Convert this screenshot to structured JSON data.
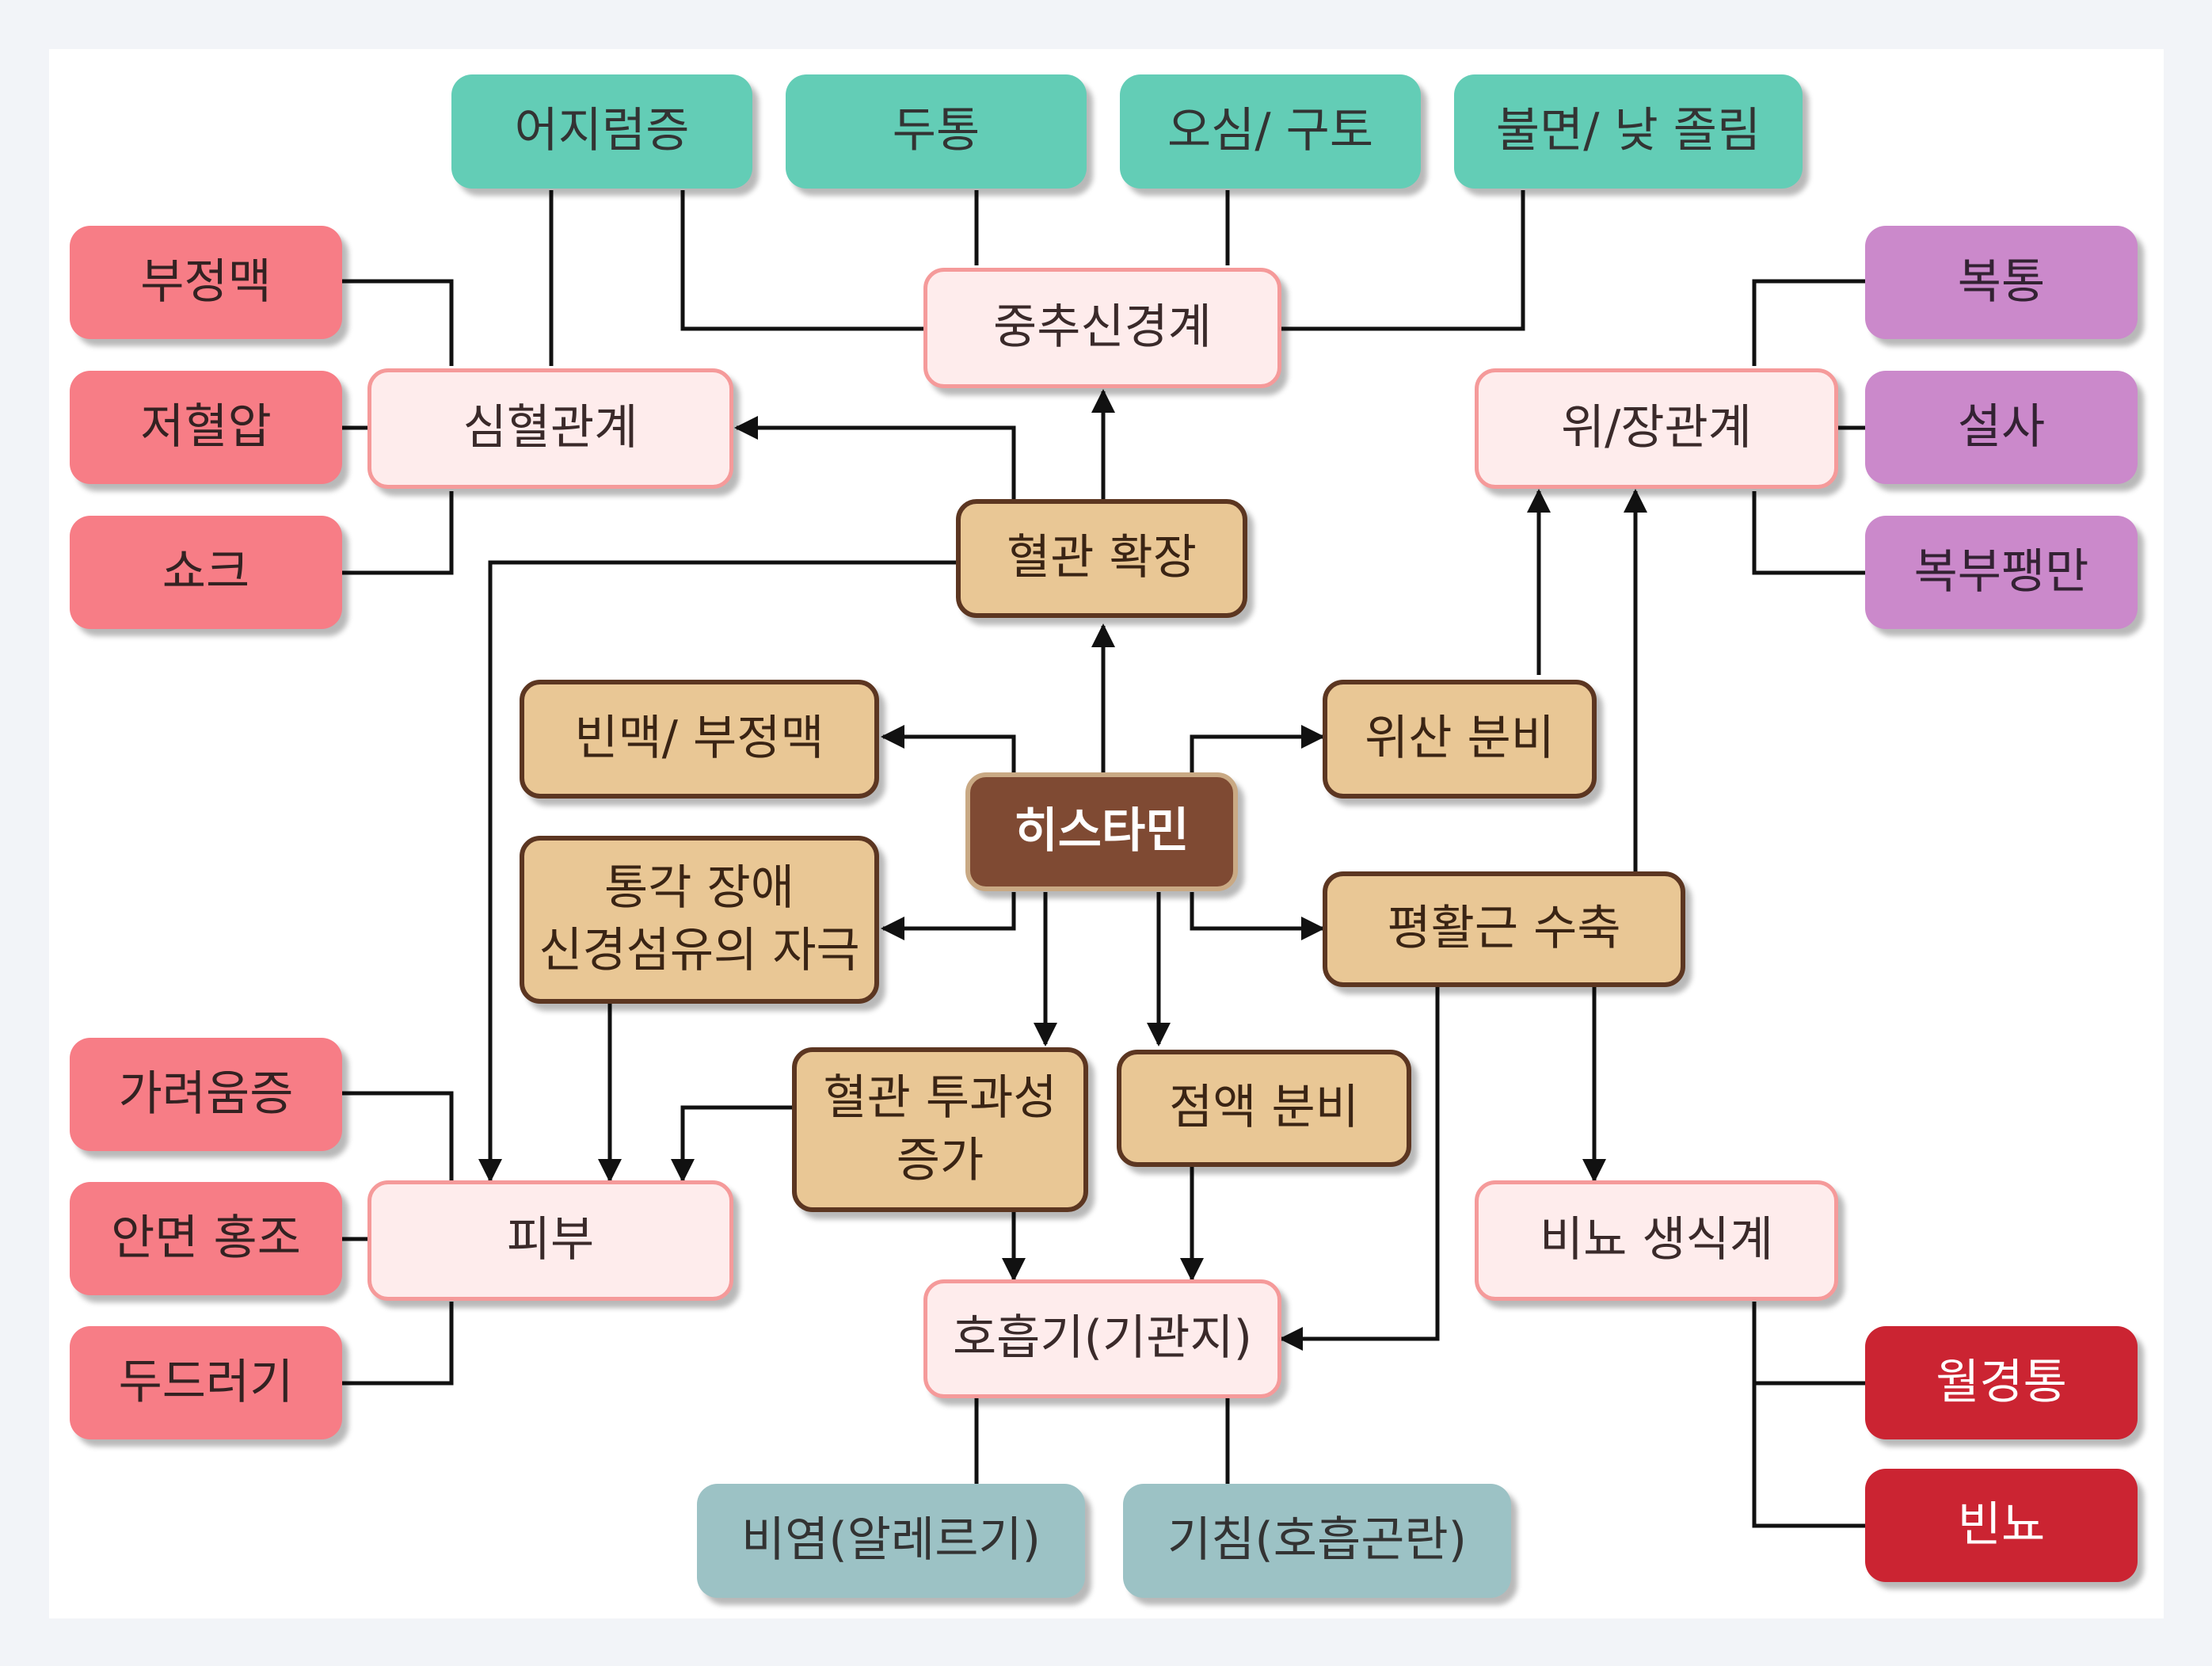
{
  "diagram": {
    "center": "히스타민",
    "symptoms_top": [
      "어지럼증",
      "두통",
      "오심/ 구토",
      "불면/ 낮 졸림"
    ],
    "symptoms_cardio": [
      "부정맥",
      "저혈압",
      "쇼크"
    ],
    "symptoms_gi": [
      "복통",
      "설사",
      "복부팽만"
    ],
    "symptoms_skin": [
      "가려움증",
      "안면 홍조",
      "두드러기"
    ],
    "symptoms_uro": [
      "월경통",
      "빈뇨"
    ],
    "symptoms_resp": [
      "비염(알레르기)",
      "기침(호흡곤란)"
    ],
    "systems": {
      "cns": "중추신경계",
      "cardio": "심혈관계",
      "gi": "위/장관계",
      "skin": "피부",
      "uro": "비뇨 생식계",
      "resp": "호흡기(기관지)"
    },
    "effects": {
      "vasodilation": "혈관 확장",
      "anemia": "빈맥/ 부정맥",
      "gastric_acid": "위산 분비",
      "pain": "통각 장애\n신경섬유의 자극",
      "smooth_muscle": "평활근 수축",
      "permeability": "혈관 투과성\n증가",
      "mucus": "점액 분비"
    }
  }
}
